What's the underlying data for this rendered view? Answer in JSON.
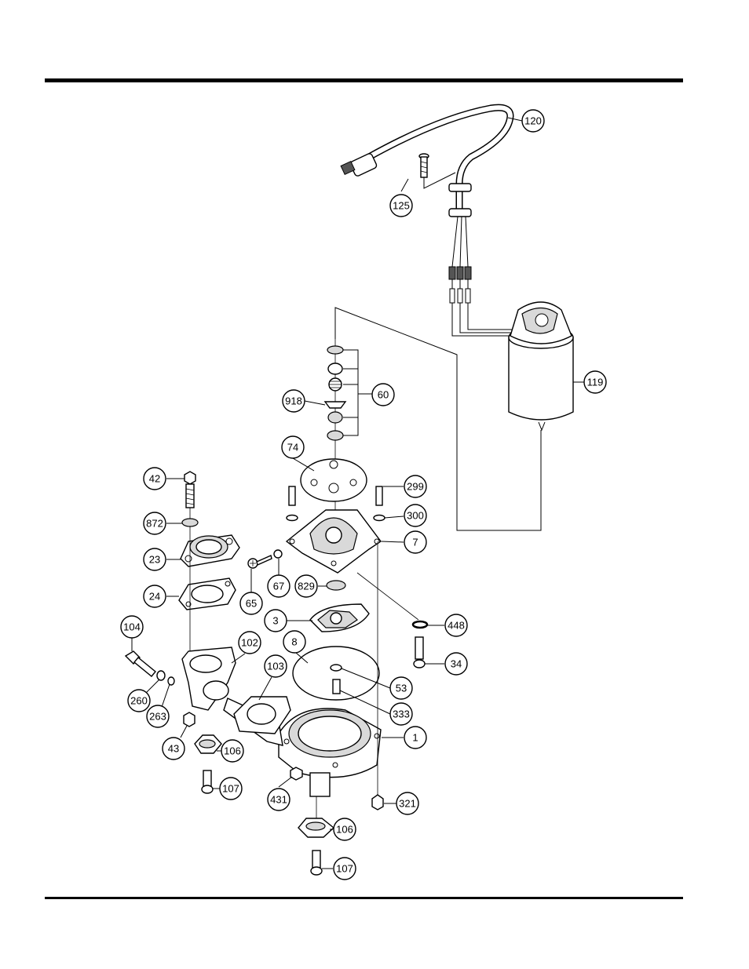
{
  "callouts": [
    {
      "id": "c120",
      "label": "120"
    },
    {
      "id": "c125",
      "label": "125"
    },
    {
      "id": "c119",
      "label": "119"
    },
    {
      "id": "c918",
      "label": "918"
    },
    {
      "id": "c60",
      "label": "60"
    },
    {
      "id": "c74",
      "label": "74"
    },
    {
      "id": "c42",
      "label": "42"
    },
    {
      "id": "c299",
      "label": "299"
    },
    {
      "id": "c872",
      "label": "872"
    },
    {
      "id": "c300",
      "label": "300"
    },
    {
      "id": "c7",
      "label": "7"
    },
    {
      "id": "c23",
      "label": "23"
    },
    {
      "id": "c67",
      "label": "67"
    },
    {
      "id": "c829",
      "label": "829"
    },
    {
      "id": "c65",
      "label": "65"
    },
    {
      "id": "c24",
      "label": "24"
    },
    {
      "id": "c448",
      "label": "448"
    },
    {
      "id": "c3",
      "label": "3"
    },
    {
      "id": "c104",
      "label": "104"
    },
    {
      "id": "c8",
      "label": "8"
    },
    {
      "id": "c34",
      "label": "34"
    },
    {
      "id": "c102",
      "label": "102"
    },
    {
      "id": "c103",
      "label": "103"
    },
    {
      "id": "c53",
      "label": "53"
    },
    {
      "id": "c260",
      "label": "260"
    },
    {
      "id": "c263",
      "label": "263"
    },
    {
      "id": "c333",
      "label": "333"
    },
    {
      "id": "c1",
      "label": "1"
    },
    {
      "id": "c43",
      "label": "43"
    },
    {
      "id": "c106a",
      "label": "106"
    },
    {
      "id": "c107a",
      "label": "107"
    },
    {
      "id": "c431",
      "label": "431"
    },
    {
      "id": "c321",
      "label": "321"
    },
    {
      "id": "c106b",
      "label": "106"
    },
    {
      "id": "c107b",
      "label": "107"
    }
  ]
}
